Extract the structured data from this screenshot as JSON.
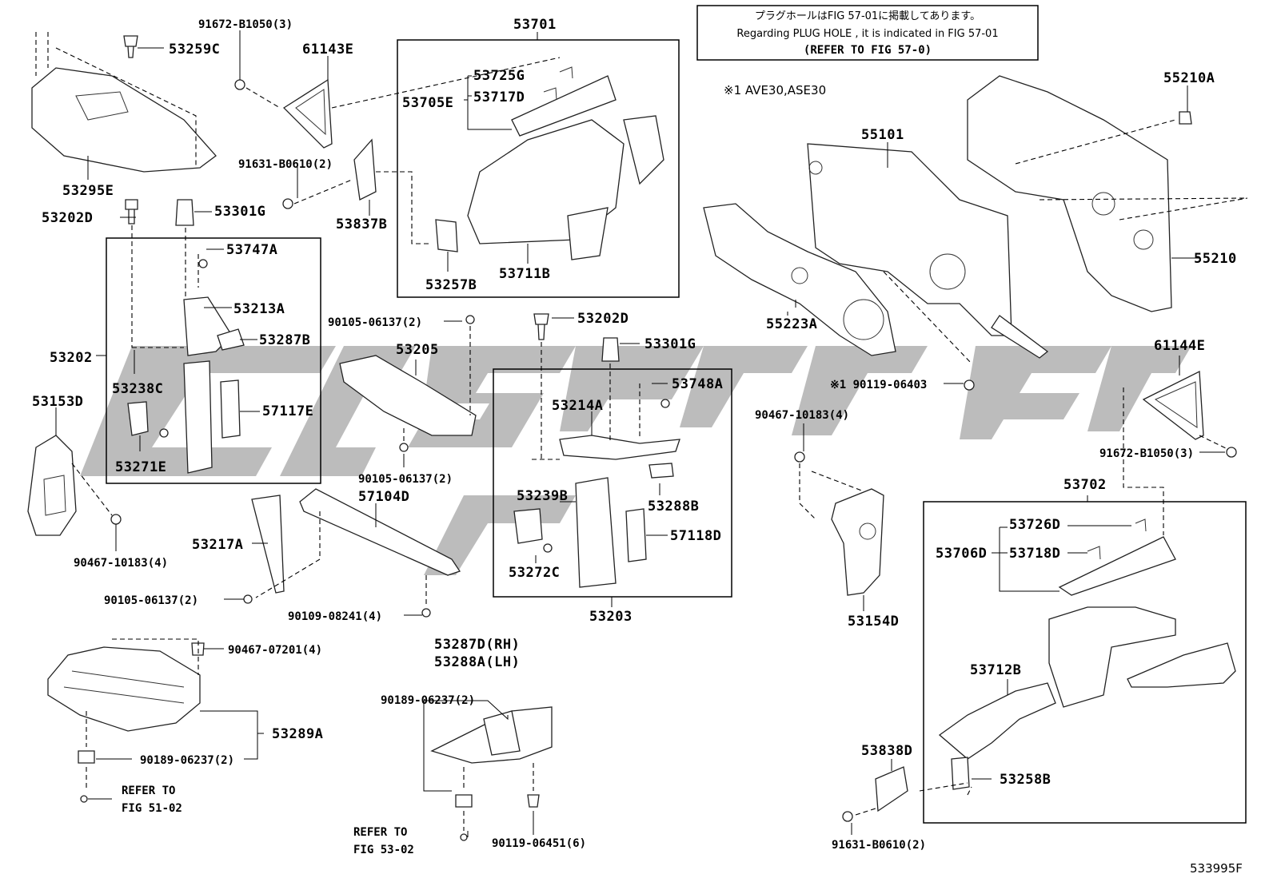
{
  "note": {
    "line1": "プラグホールはFIG 57-01に掲載してあります。",
    "line2": "Regarding  PLUG HOLE , it is indicated in FIG 57-01",
    "line3": "(REFER TO FIG 57-0)"
  },
  "footnote": "※1 AVE30,ASE30",
  "figure_code": "533995F",
  "watermark": "cmsnl",
  "labels": {
    "p53259C": "53259C",
    "p91672B1050_3_top": "91672-B1050(3)",
    "p61143E": "61143E",
    "p53701": "53701",
    "p53725G": "53725G",
    "p53705E": "53705E",
    "p53717D": "53717D",
    "p53295E": "53295E",
    "p91631B0610_2_top": "91631-B0610(2)",
    "p53202D_top": "53202D",
    "p53301G_top": "53301G",
    "p53837B": "53837B",
    "p53257B": "53257B",
    "p53711B": "53711B",
    "p53747A": "53747A",
    "p53213A": "53213A",
    "p53287B": "53287B",
    "p53202": "53202",
    "p53238C": "53238C",
    "p53153D": "53153D",
    "p57117E": "57117E",
    "p53271E": "53271E",
    "p90467_10183_4_left": "90467-10183(4)",
    "p90105_06137_2_a": "90105-06137(2)",
    "p53205": "53205",
    "p90105_06137_2_b": "90105-06137(2)",
    "p57104D": "57104D",
    "p53217A": "53217A",
    "p90105_06137_2_c": "90105-06137(2)",
    "p90109_08241_4": "90109-08241(4)",
    "p53202D_mid": "53202D",
    "p53301G_mid": "53301G",
    "p53748A": "53748A",
    "p53214A": "53214A",
    "p53239B": "53239B",
    "p53288B": "53288B",
    "p57118D": "57118D",
    "p53272C": "53272C",
    "p53203": "53203",
    "p55101": "55101",
    "p55210A": "55210A",
    "p55210": "55210",
    "p55223A": "55223A",
    "p90119_06403": "※1 90119-06403",
    "p61144E": "61144E",
    "p90467_10183_4_right": "90467-10183(4)",
    "p91672B1050_3_right": "91672-B1050(3)",
    "p53702": "53702",
    "p53726D": "53726D",
    "p53706D": "53706D",
    "p53718D": "53718D",
    "p53154D": "53154D",
    "p53712B": "53712B",
    "p53838D": "53838D",
    "p53258B": "53258B",
    "p91631B0610_2_bottom": "91631-B0610(2)",
    "p90467_07201_4": "90467-07201(4)",
    "p53289A": "53289A",
    "p90189_06237_2_left": "90189-06237(2)",
    "refer5102_a": "REFER TO",
    "refer5102_b": "FIG 51-02",
    "p53287D": "53287D(RH)",
    "p53288A": "53288A(LH)",
    "p90189_06237_2_mid": "90189-06237(2)",
    "refer5302_a": "REFER TO",
    "refer5302_b": "FIG 53-02",
    "p90119_06451_6": "90119-06451(6)"
  }
}
